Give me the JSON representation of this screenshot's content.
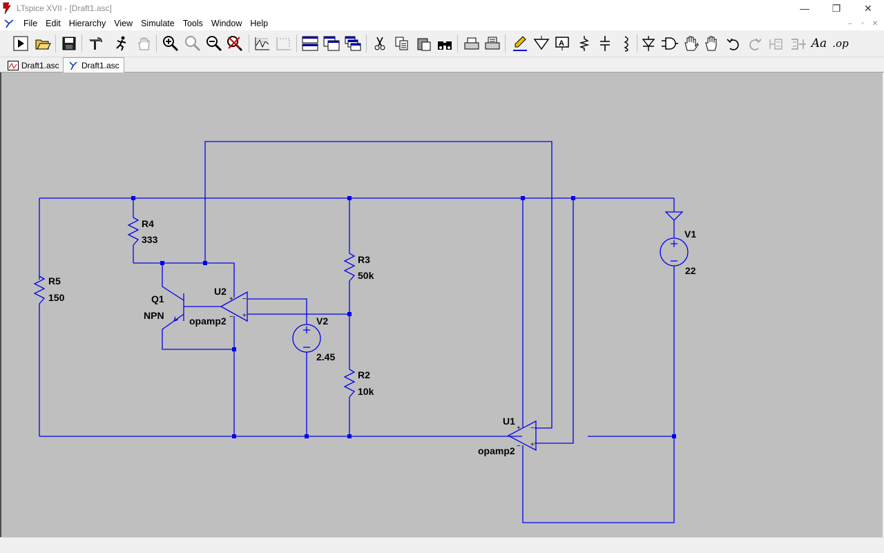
{
  "window": {
    "title": "LTspice XVII - [Draft1.asc]",
    "controls": {
      "minimize": "—",
      "restore": "❐",
      "close": "✕"
    }
  },
  "menu": {
    "items": [
      {
        "id": "file",
        "label": "File"
      },
      {
        "id": "edit",
        "label": "Edit"
      },
      {
        "id": "hierarchy",
        "label": "Hierarchy"
      },
      {
        "id": "view",
        "label": "View"
      },
      {
        "id": "simulate",
        "label": "Simulate"
      },
      {
        "id": "tools",
        "label": "Tools"
      },
      {
        "id": "window",
        "label": "Window"
      },
      {
        "id": "help",
        "label": "Help"
      }
    ],
    "mdi_controls": {
      "minimize": "–",
      "restore": "▫",
      "close": "✕"
    }
  },
  "toolbar": {
    "op_label": ".op",
    "text_label": "Aa",
    "icons": [
      "run-icon",
      "open-icon",
      "save-icon",
      "control-panel-icon",
      "halt-icon",
      "pan-icon",
      "zoom-in-icon",
      "zoom-full-icon",
      "zoom-out-icon",
      "zoom-cancel-icon",
      "waveform-icon",
      "autorange-icon",
      "tile-horizontal-icon",
      "tile-vertical-icon",
      "cascade-icon",
      "cut-icon",
      "copy-icon",
      "paste-icon",
      "find-icon",
      "print-setup-icon",
      "print-icon",
      "draw-wire-icon",
      "ground-icon",
      "label-net-icon",
      "resistor-icon",
      "capacitor-icon",
      "inductor-icon",
      "diode-icon",
      "component-icon",
      "move-icon",
      "drag-icon",
      "undo-icon",
      "redo-icon",
      "rotate-icon",
      "mirror-icon",
      "text-icon",
      "spice-directive-icon"
    ]
  },
  "tabs": [
    {
      "label": "Draft1.asc",
      "icon": "waveform-tab-icon",
      "active": false
    },
    {
      "label": "Draft1.asc",
      "icon": "schematic-tab-icon",
      "active": true
    }
  ],
  "schematic": {
    "components": {
      "R4": {
        "name": "R4",
        "value": "333"
      },
      "R5": {
        "name": "R5",
        "value": "150"
      },
      "R3": {
        "name": "R3",
        "value": "50k"
      },
      "R2": {
        "name": "R2",
        "value": "10k"
      },
      "Q1": {
        "name": "Q1",
        "value": "NPN"
      },
      "U2": {
        "name": "U2",
        "value": "opamp2"
      },
      "U1": {
        "name": "U1",
        "value": "opamp2"
      },
      "V2": {
        "name": "V2",
        "value": "2.45"
      },
      "V1": {
        "name": "V1",
        "value": "22"
      }
    },
    "colors": {
      "wire": "#0000ee",
      "background": "#bfbfbf"
    }
  },
  "status": {
    "text": ""
  }
}
